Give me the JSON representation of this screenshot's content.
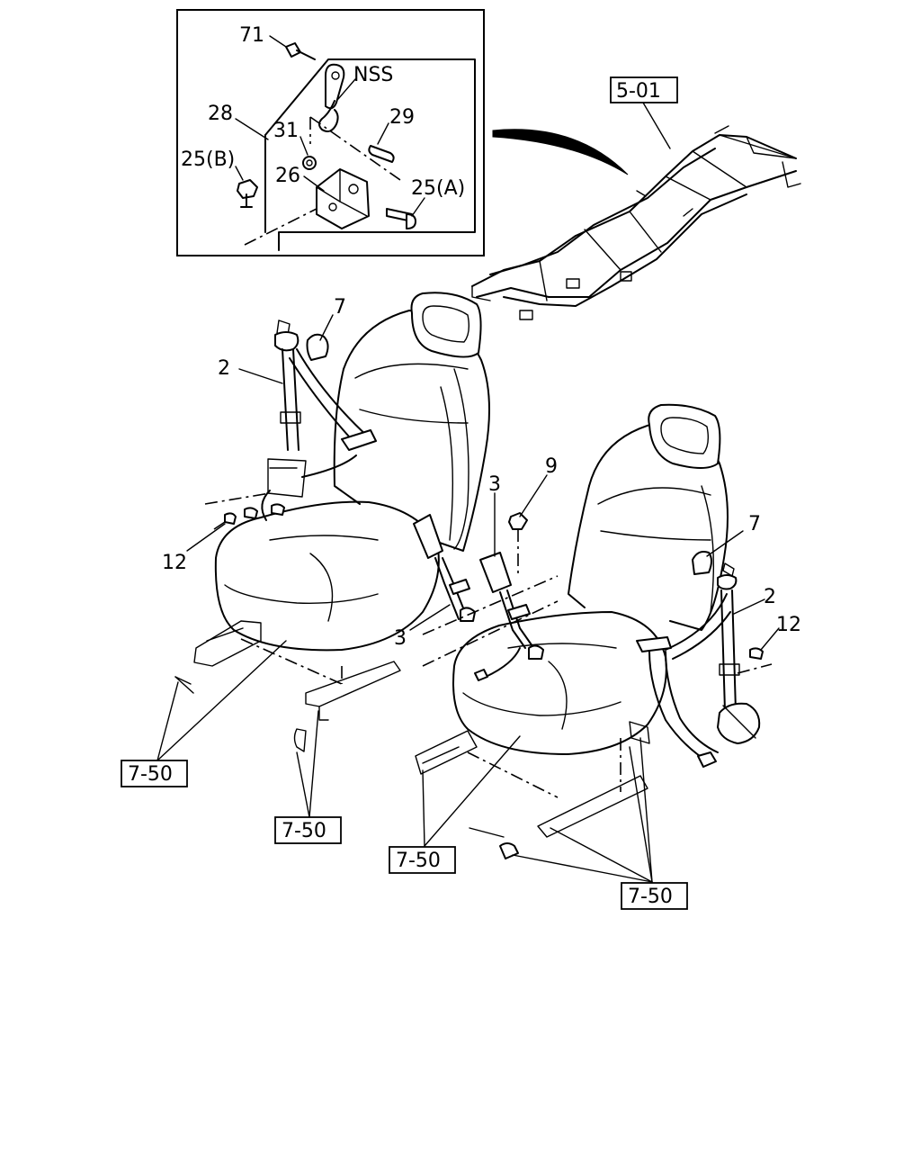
{
  "callouts": {
    "c71": "71",
    "nss": "NSS",
    "c28": "28",
    "c29": "29",
    "c31": "31",
    "c25b": "25(B)",
    "c26": "26",
    "c25a": "25(A)",
    "c7_left": "7",
    "c2_left": "2",
    "c12_left": "12",
    "c3_center": "3",
    "c9": "9",
    "c3_lower": "3",
    "c7_right": "7",
    "c2_right": "2",
    "c12_right": "12"
  },
  "references": {
    "frame": "5-01",
    "ref_a": "7-50",
    "ref_b": "7-50",
    "ref_c": "7-50",
    "ref_d": "7-50"
  }
}
